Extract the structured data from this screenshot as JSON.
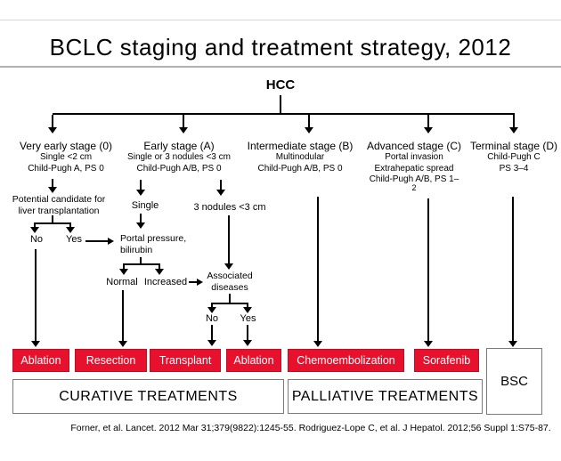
{
  "title": "BCLC staging and treatment strategy, 2012",
  "root_label": "HCC",
  "stages": [
    {
      "label": "Very early stage (0)",
      "lines": [
        "Single <2 cm",
        "Child-Pugh A, PS 0"
      ]
    },
    {
      "label": "Early stage (A)",
      "lines": [
        "Single or 3 nodules <3 cm",
        "Child-Pugh A/B, PS 0"
      ]
    },
    {
      "label": "Intermediate stage (B)",
      "lines": [
        "Multinodular",
        "Child-Pugh A/B, PS 0"
      ]
    },
    {
      "label": "Advanced stage (C)",
      "lines": [
        "Portal invasion",
        "Extrahepatic spread",
        "Child-Pugh A/B, PS 1–"
      ],
      "wrap_digit": "2"
    },
    {
      "label": "Terminal stage (D)",
      "lines": [
        "Child-Pugh C",
        "PS 3–4"
      ]
    }
  ],
  "decision": {
    "transplant_candidate": {
      "line1": "Potential candidate for",
      "line2": "liver transplantation"
    },
    "no1": "No",
    "yes1": "Yes",
    "single": "Single",
    "nodules": "3 nodules <3 cm",
    "portal_pressure": {
      "line1": "Portal pressure,",
      "line2": "bilirubin"
    },
    "normal": "Normal",
    "increased": "Increased",
    "associated": {
      "line1": "Associated",
      "line2": "diseases"
    },
    "no2": "No",
    "yes2": "Yes"
  },
  "treatments": {
    "boxes": [
      "Ablation",
      "Resection",
      "Transplant",
      "Ablation",
      "Chemoembolization",
      "Sorafenib"
    ]
  },
  "groups": {
    "curative": "CURATIVE TREATMENTS",
    "palliative": "PALLIATIVE TREATMENTS",
    "bsc": "BSC"
  },
  "citation": "Forner, et al. Lancet. 2012 Mar 31;379(9822):1245-55. Rodriguez-Lope C, et al. J Hepatol. 2012;56 Suppl 1:S75-87.",
  "colors": {
    "treatment_red": "#e8112d",
    "treatment_red_border": "#c00e24",
    "line": "#000000",
    "rule_gray": "#b0b0b0",
    "box_border": "#7a7a7a"
  }
}
